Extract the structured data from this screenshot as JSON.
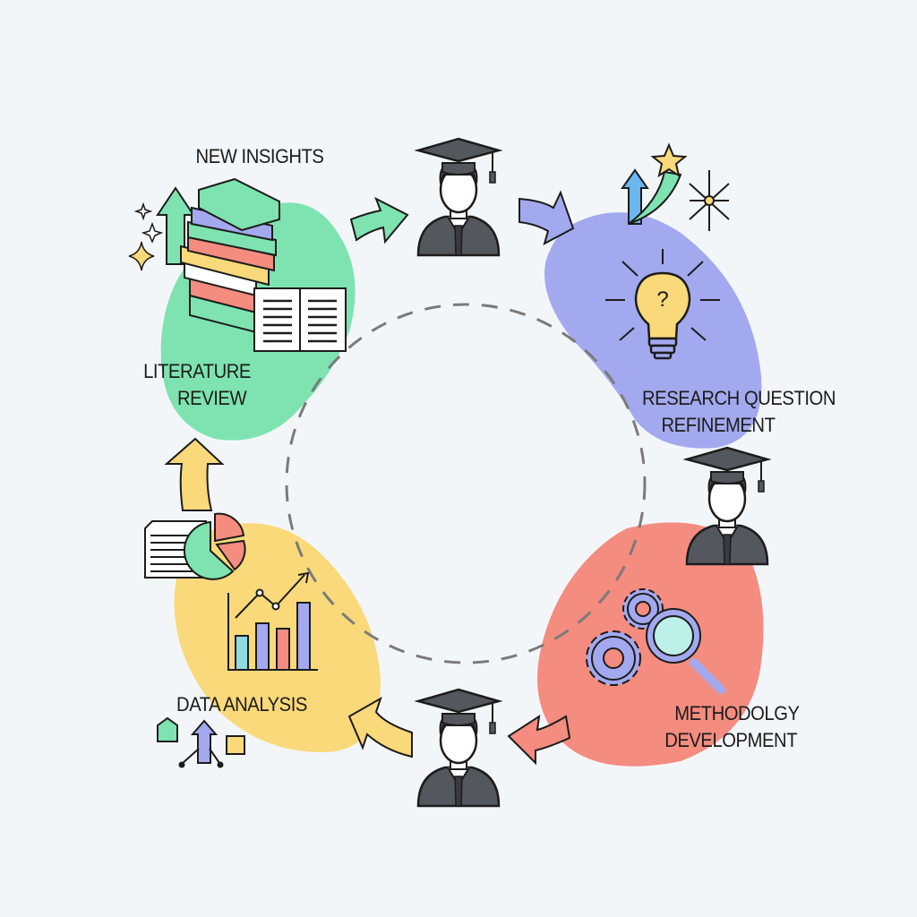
{
  "title_top": "NEW INSIGHTS",
  "stages": [
    {
      "id": "literature-review",
      "line1": "LITERATURE",
      "line2": "REVIEW",
      "color": "#7ee3b0"
    },
    {
      "id": "research-question-refinement",
      "line1": "RESEARCH QUESTION",
      "line2": "REFINEMENT",
      "color": "#a3a9ee"
    },
    {
      "id": "methodology-development",
      "line1": "METHODOLGY",
      "line2": "DEVELOPMENT",
      "color": "#f48c80"
    },
    {
      "id": "data-analysis",
      "line1": "DATA ANALYSIS",
      "line2": "",
      "color": "#f9d97a"
    }
  ],
  "icons": [
    "books-stack-icon",
    "open-book-icon",
    "up-arrow-icon",
    "sparkle-icon",
    "graduate-icon",
    "lightbulb-question-icon",
    "star-arrow-icon",
    "gears-icon",
    "magnifier-icon",
    "bar-chart-icon",
    "pie-chart-icon",
    "document-icon",
    "network-icon"
  ],
  "colors": {
    "background": "#f3f6f9",
    "green": "#7ee3b0",
    "purple": "#a3a9ee",
    "red": "#f48c80",
    "yellow": "#f9d97a",
    "outline": "#1c1c1c",
    "suit": "#55575e",
    "dashed": "#7a7a7a"
  }
}
